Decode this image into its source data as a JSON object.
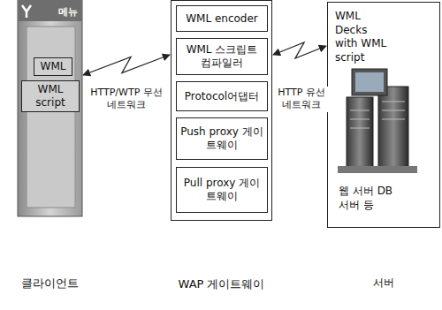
{
  "diagram": {
    "nodes": [
      {
        "text": [
          "클라이언트"
        ]
      },
      {
        "text": [
          "WML"
        ],
        "in": 0
      },
      {
        "text": [
          "WML script"
        ],
        "in": 0
      },
      {
        "text": [
          "WAP 게이트웨이"
        ]
      },
      {
        "text": [
          "WML encoder"
        ],
        "in": 3
      },
      {
        "text": [
          "WML 스크립트 컴파일러"
        ],
        "in": 3
      },
      {
        "text": [
          "Protocol어댑터"
        ],
        "in": 3
      },
      {
        "text": [
          "Push proxy 게이트웨이"
        ],
        "in": 3
      },
      {
        "text": [
          "Pull proxy 게이트웨이"
        ],
        "in": 3
      },
      {
        "text": [
          "WML Decks with WML script",
          "웹 서버 DB 서버 등",
          "서버"
        ]
      }
    ],
    "edges": [
      {
        "from": 0,
        "to": 3,
        "arrow": "both",
        "label": "HTTP/WTP 무선네트워크"
      },
      {
        "from": 3,
        "to": 9,
        "arrow": "both",
        "label": "HTTP 유선네트워크"
      }
    ],
    "labels": [
      "메뉴"
    ]
  }
}
